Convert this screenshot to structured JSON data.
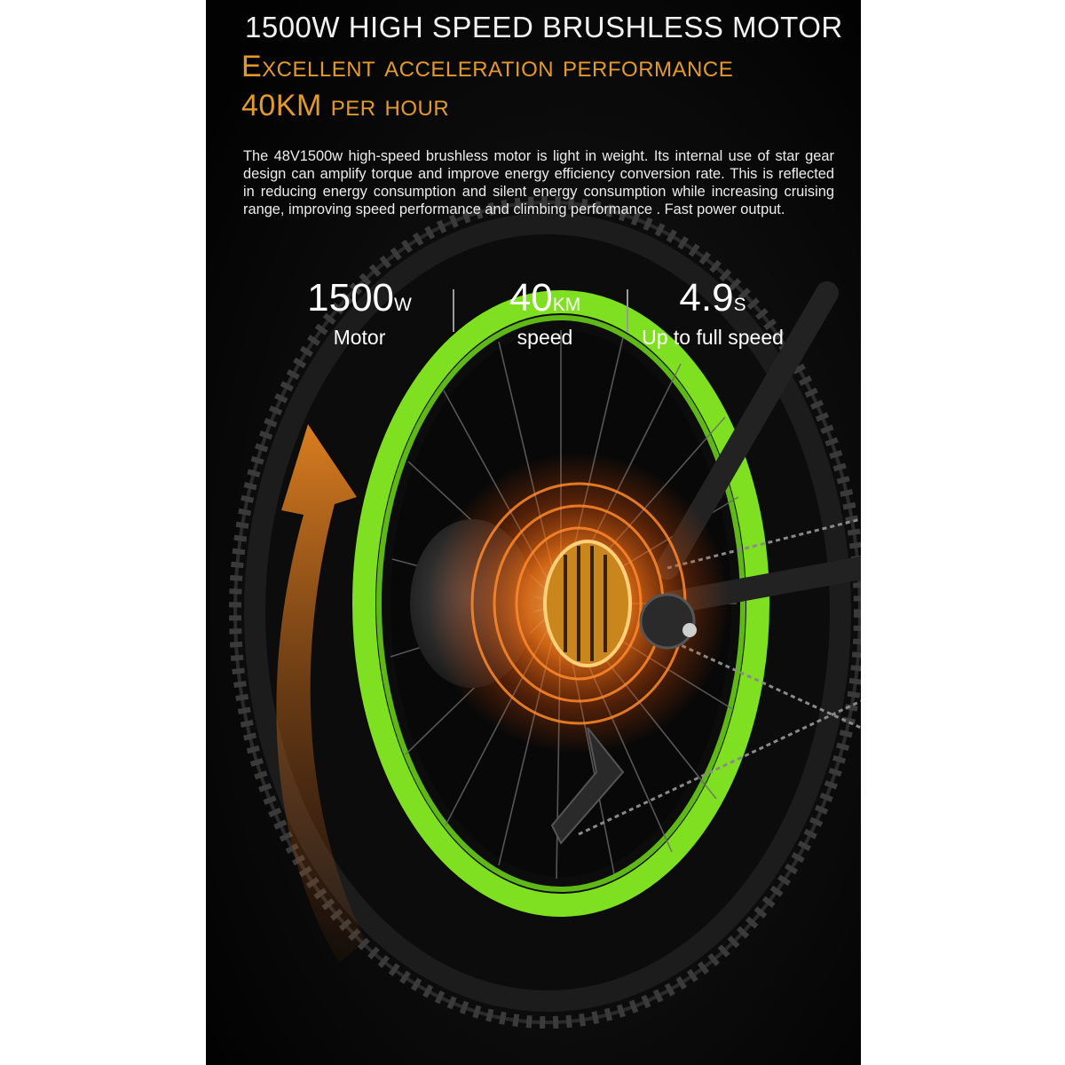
{
  "headline": "1500W HIGH SPEED BRUSHLESS MOTOR",
  "subheadline_1": "Excellent acceleration performance",
  "subheadline_2": "40KM per hour",
  "description": "The 48V1500w high-speed brushless motor is light in weight. Its internal use of star gear design can amplify torque and improve energy efficiency conversion rate. This is reflected in reducing energy consumption and silent energy consumption while increasing cruising range, improving speed performance and climbing performance . Fast power output.",
  "stats": [
    {
      "value": "1500",
      "unit": "W",
      "caption": "Motor"
    },
    {
      "value": "40",
      "unit": "KM",
      "caption": "speed"
    },
    {
      "value": "4.9",
      "unit": "S",
      "caption": "Up to full speed"
    }
  ],
  "colors": {
    "background": "#050505",
    "accent_orange": "#e39a2c",
    "rim_green": "#7ee020",
    "motor_glow": "#ff6a10",
    "text": "#f2f2f2"
  },
  "icons": [
    "acceleration-arrow-icon"
  ]
}
